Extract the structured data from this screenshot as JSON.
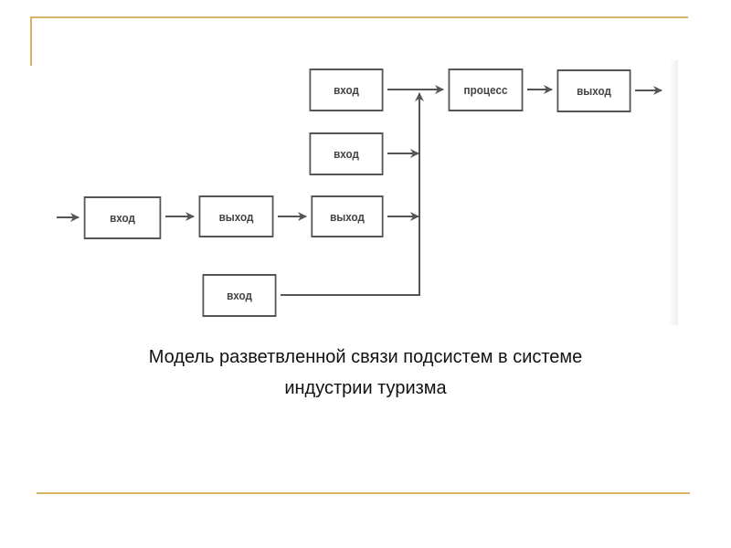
{
  "diagram": {
    "nodes": {
      "input_top": "вход",
      "process": "процесс",
      "output_final": "выход",
      "input_mid": "вход",
      "input_left": "вход",
      "output_1": "выход",
      "output_2": "выход",
      "input_bottom": "вход"
    }
  },
  "caption": {
    "line1": "Модель разветвленной связи подсистем в системе",
    "line2": "индустрии туризма"
  },
  "colors": {
    "accent_line": "#d6b464",
    "stroke": "#555555"
  }
}
